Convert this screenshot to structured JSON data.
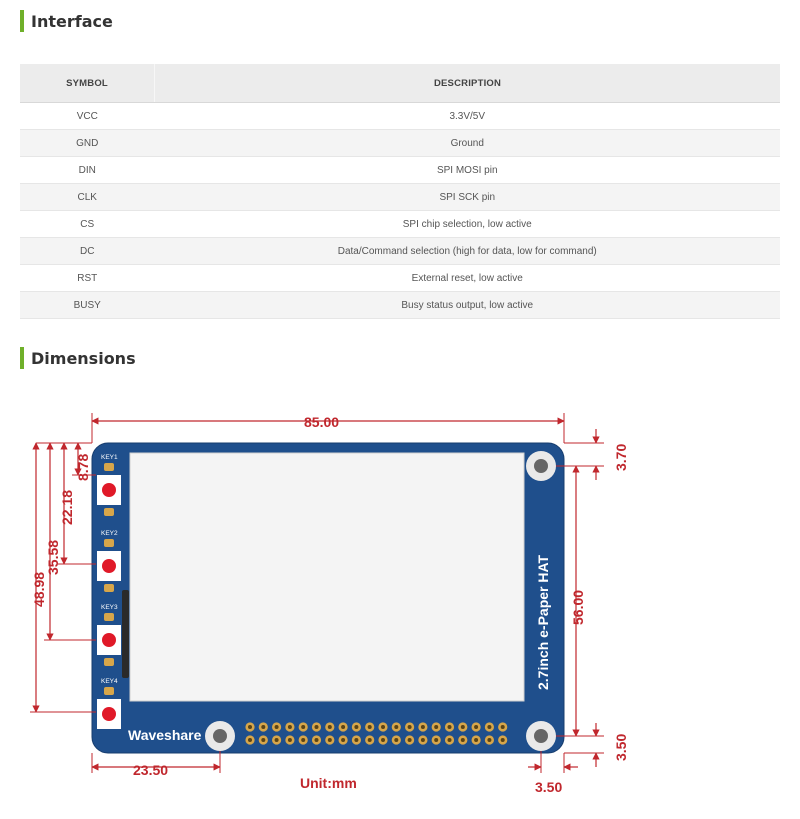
{
  "interface": {
    "title": "Interface",
    "columns": [
      "SYMBOL",
      "DESCRIPTION"
    ],
    "rows": [
      {
        "symbol": "VCC",
        "description": "3.3V/5V"
      },
      {
        "symbol": "GND",
        "description": "Ground"
      },
      {
        "symbol": "DIN",
        "description": "SPI MOSI pin"
      },
      {
        "symbol": "CLK",
        "description": "SPI SCK pin"
      },
      {
        "symbol": "CS",
        "description": "SPI chip selection, low active"
      },
      {
        "symbol": "DC",
        "description": "Data/Command selection (high for data, low for command)"
      },
      {
        "symbol": "RST",
        "description": "External reset, low active"
      },
      {
        "symbol": "BUSY",
        "description": "Busy status output, low active"
      }
    ]
  },
  "dimensions": {
    "title": "Dimensions",
    "width": "85.00",
    "hole_top_offset": "3.70",
    "hole_spacing": "56.00",
    "hole_bottom_offset": "3.50",
    "hole_side_offset": "3.50",
    "hole_left_offset": "23.50",
    "key1_offset": "8.78",
    "key2_offset": "22.18",
    "key3_offset": "35.58",
    "key4_offset": "48.98",
    "unit": "Unit:mm",
    "board_brand": "Waveshare",
    "board_model": "2.7inch e-Paper HAT",
    "keys": [
      "KEY1",
      "KEY2",
      "KEY3",
      "KEY4"
    ]
  },
  "colors": {
    "accent_bar": "#6fb02a",
    "board_blue": "#1f4f8c",
    "dimension_red": "#c0272d",
    "table_header_bg": "#ececec"
  }
}
